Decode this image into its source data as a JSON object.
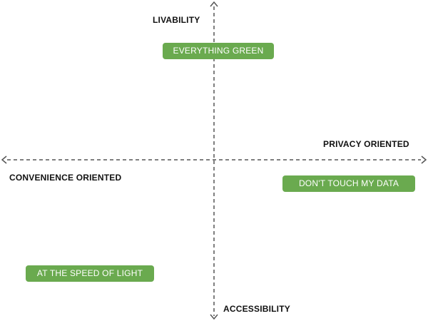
{
  "axes": {
    "top": "LIVABILITY",
    "bottom": "ACCESSIBILITY",
    "left": "CONVENIENCE ORIENTED",
    "right": "PRIVACY ORIENTED"
  },
  "items": {
    "everything_green": "EVERYTHING GREEN",
    "dont_touch": "DON'T TOUCH MY DATA",
    "speed_of_light": "AT THE SPEED OF LIGHT"
  },
  "colors": {
    "box": "#6aaa4f",
    "axis": "#555555"
  }
}
